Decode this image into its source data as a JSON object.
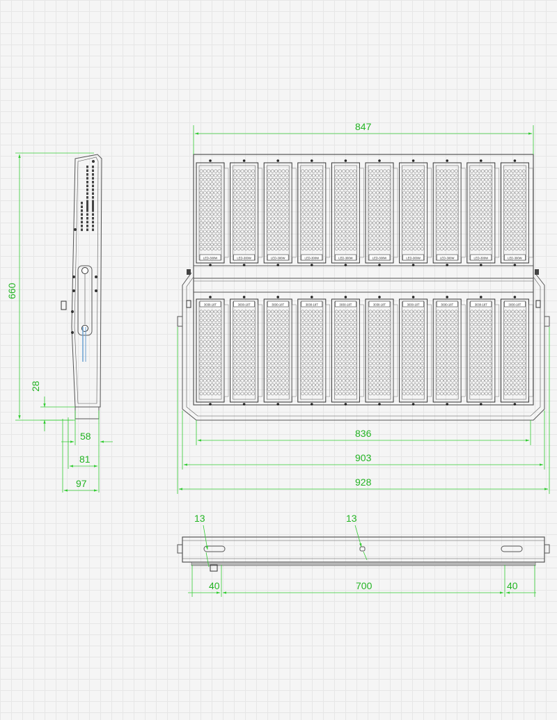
{
  "colors": {
    "dimension": "#22b422",
    "dimension_line": "#33cc33",
    "outline": "#555555",
    "module": "#444444",
    "grid": "#e6e6e6",
    "background": "#f5f5f5"
  },
  "front_view": {
    "dimensions": {
      "top_width": "847",
      "inner_width": "836",
      "bracket_width": "903",
      "overall_width": "928"
    },
    "module_count_per_row": 10,
    "row_count": 2,
    "top_row_module_label": "LED-300W",
    "bottom_row_module_label": "3030-18T"
  },
  "side_view": {
    "dimensions": {
      "height": "660",
      "foot_height": "28",
      "depth_a": "58",
      "depth_b": "81",
      "depth_c": "97"
    }
  },
  "bottom_view": {
    "dimensions": {
      "hole_left": "13",
      "hole_center": "13",
      "edge_left": "40",
      "span": "700",
      "edge_right": "40"
    }
  }
}
